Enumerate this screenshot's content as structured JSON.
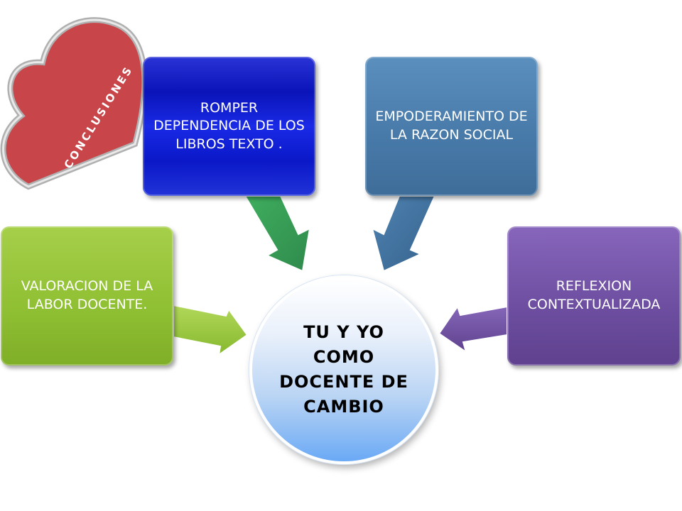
{
  "heart": {
    "label": "CONCLUSIONES",
    "color": "#c8454a"
  },
  "center": {
    "text": "TU Y YO COMO DOCENTE DE CAMBIO"
  },
  "boxes": {
    "valoracion": {
      "text": "VALORACION DE LA LABOR DOCENTE.",
      "color": "#8fbf32"
    },
    "romper": {
      "text": "ROMPER DEPENDENCIA DE LOS LIBROS   TEXTO .",
      "color": "#0a14b8"
    },
    "empoderamiento": {
      "text": "EMPODERAMIENTO DE LA RAZON SOCIAL",
      "color": "#4779a8"
    },
    "reflexion": {
      "text": "REFLEXION CONTEXTUALIZADA",
      "color": "#6c4d9f"
    }
  },
  "arrows": {
    "green": "#8fbf32",
    "darkgreen": "#3f9e5a",
    "steel": "#3f6d99",
    "purple": "#6c4d9f"
  }
}
